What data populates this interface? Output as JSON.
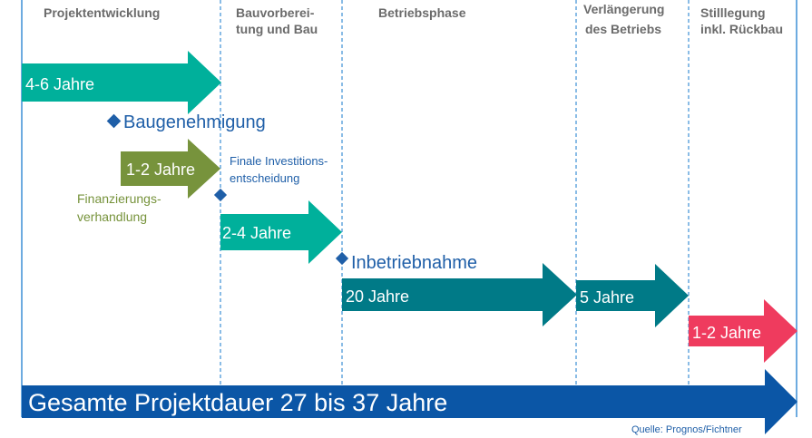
{
  "phases": [
    {
      "line1": "Projektentwicklung",
      "line2": ""
    },
    {
      "line1": "Bauvorberei-",
      "line2": "tung und Bau"
    },
    {
      "line1": "Betriebsphase",
      "line2": ""
    },
    {
      "line1": "Verlängerung",
      "line2": "des Betriebs"
    },
    {
      "line1": "Stilllegung",
      "line2": "inkl. Rückbau"
    }
  ],
  "durations": {
    "projektentwicklung": "4-6 Jahre",
    "finanzierung": "1-2 Jahre",
    "bau": "2-4 Jahre",
    "betrieb": "20 Jahre",
    "verlaengerung": "5 Jahre",
    "stilllegung": "1-2 Jahre"
  },
  "milestones": {
    "baugenehmigung": "Baugenehmigung",
    "fid_line1": "Finale Investitions-",
    "fid_line2": "entscheidung",
    "inbetriebnahme": "Inbetriebnahme"
  },
  "finanzierung_label": {
    "line1": "Finanzierungs-",
    "line2": "verhandlung"
  },
  "total": "Gesamte Projektdauer 27 bis 37 Jahre",
  "source": "Quelle: Prognos/Fichtner",
  "colors": {
    "teal": "#00b09b",
    "olive": "#77933c",
    "dark_teal": "#007a87",
    "red": "#ef3b5e",
    "blue": "#0b56a6",
    "milestone": "#1f5fa8",
    "divider": "#3d8fd6"
  }
}
